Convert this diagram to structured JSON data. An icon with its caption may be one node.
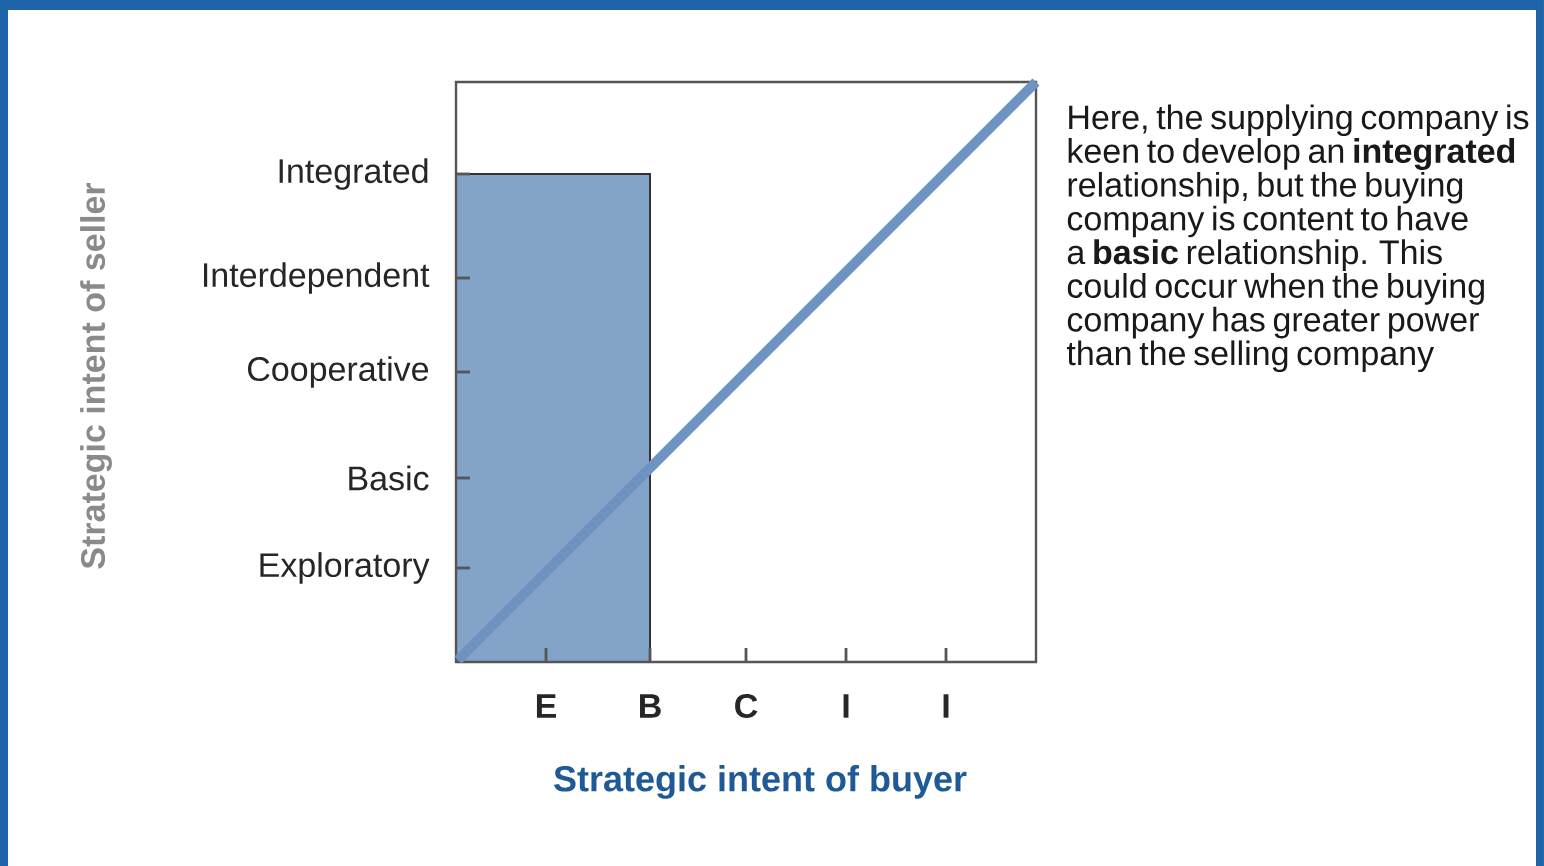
{
  "diagram": {
    "labels": [
      "Integrated",
      "Interdependent",
      "Cooperative",
      "Basic",
      "Exploratory",
      "E",
      "B",
      "C",
      "I",
      "I",
      "Strategic intent of buyer",
      "Strategic intent of seller",
      "Here, the supplying company is keen to develop an **integrated** relationship, but the buying company is content to have a **basic** relationship. This could occur when the buying company has greater power than the selling company"
    ]
  }
}
